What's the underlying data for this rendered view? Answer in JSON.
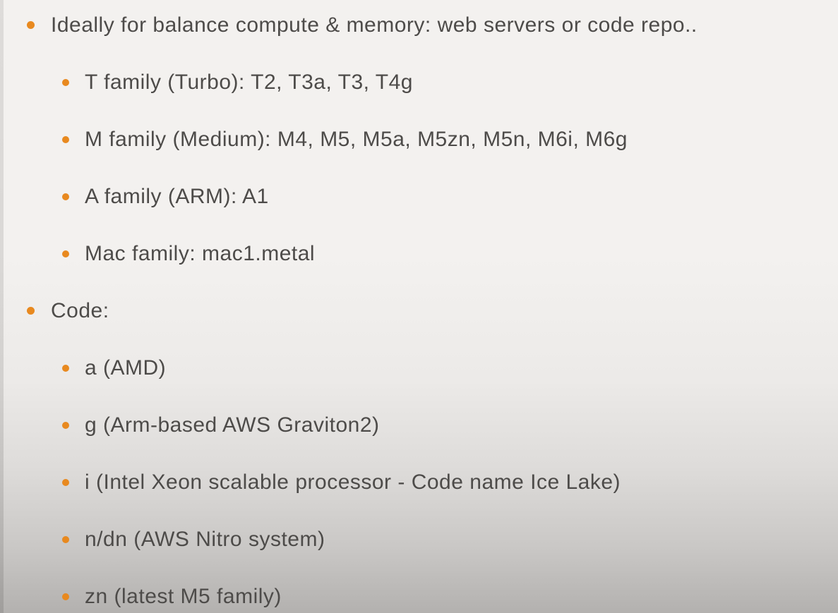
{
  "slide": {
    "colors": {
      "bullet": "#e8891f",
      "text": "#4d4b49",
      "bg_top": "#f3f1ef",
      "bg_bottom": "#b3b1af"
    },
    "bullets": [
      {
        "level": 1,
        "text": "Ideally for balance compute & memory: web servers or code repo.."
      },
      {
        "level": 2,
        "text": "T family (Turbo): T2, T3a, T3, T4g"
      },
      {
        "level": 2,
        "text": "M family (Medium): M4, M5, M5a, M5zn, M5n, M6i, M6g"
      },
      {
        "level": 2,
        "text": "A family (ARM): A1"
      },
      {
        "level": 2,
        "text": "Mac family: mac1.metal"
      },
      {
        "level": 1,
        "text": "Code:"
      },
      {
        "level": 2,
        "text": "a (AMD)"
      },
      {
        "level": 2,
        "text": "g (Arm-based AWS Graviton2)"
      },
      {
        "level": 2,
        "text": "i (Intel Xeon scalable processor - Code name Ice Lake)"
      },
      {
        "level": 2,
        "text": "n/dn (AWS Nitro system)"
      },
      {
        "level": 2,
        "text": "zn (latest M5 family)"
      }
    ]
  }
}
